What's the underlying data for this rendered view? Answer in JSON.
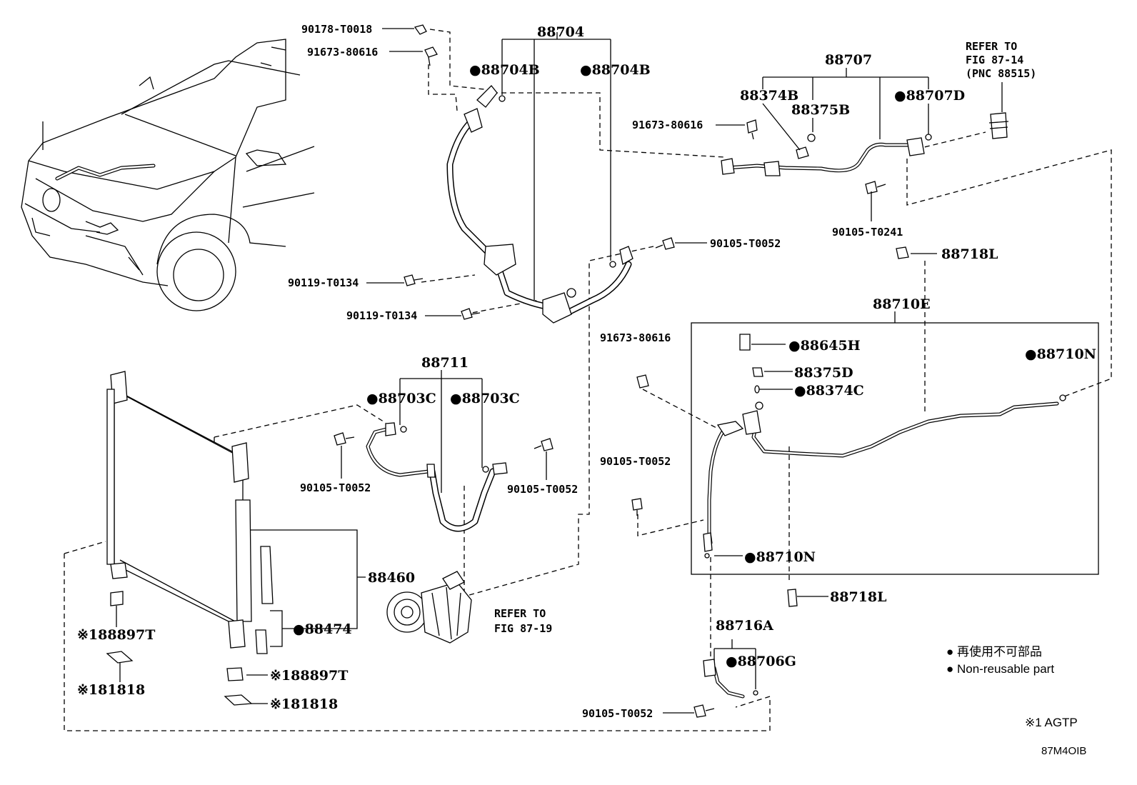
{
  "labels": {
    "p90178_T0018": "90178-T0018",
    "p91673_80616_a": "91673-80616",
    "p88704": "88704",
    "p88704B_a": "●88704B",
    "p88704B_b": "●88704B",
    "p88707": "88707",
    "refer_87_14_l1": "REFER TO",
    "refer_87_14_l2": "FIG 87-14",
    "refer_87_14_l3": "(PNC 88515)",
    "p88374B": "88374B",
    "p88375B": "88375B",
    "p88707D": "●88707D",
    "p91673_80616_b": "91673-80616",
    "p90105_T0241": "90105-T0241",
    "p90105_T0052_a": "90105-T0052",
    "p88718L_a": "88718L",
    "p90119_T0134_a": "90119-T0134",
    "p90119_T0134_b": "90119-T0134",
    "p88710E": "88710E",
    "p91673_80616_c": "91673-80616",
    "p88645H": "●88645H",
    "p88375D": "88375D",
    "p88374C": "●88374C",
    "p88710N_a": "●88710N",
    "p88711": "88711",
    "p88703C_a": "●88703C",
    "p88703C_b": "●88703C",
    "p90105_T0052_b": "90105-T0052",
    "p90105_T0052_c": "90105-T0052",
    "p90105_T0052_d": "90105-T0052",
    "p88710N_b": "●88710N",
    "p88460": "88460",
    "p88474": "●88474",
    "p88718L_b": "88718L",
    "refer_87_19_l1": "REFER TO",
    "refer_87_19_l2": "FIG 87-19",
    "p88897T_a": "※188897T",
    "p81818_a": "※181818",
    "p88897T_b": "※188897T",
    "p81818_b": "※181818",
    "p88716A": "88716A",
    "p88706G": "●88706G",
    "p90105_T0052_e": "90105-T0052"
  },
  "legend": {
    "jp": "● 再使用不可部品",
    "en": "● Non-reusable part",
    "note": "※1 AGTP"
  },
  "diagram_code": "87M4OIB"
}
